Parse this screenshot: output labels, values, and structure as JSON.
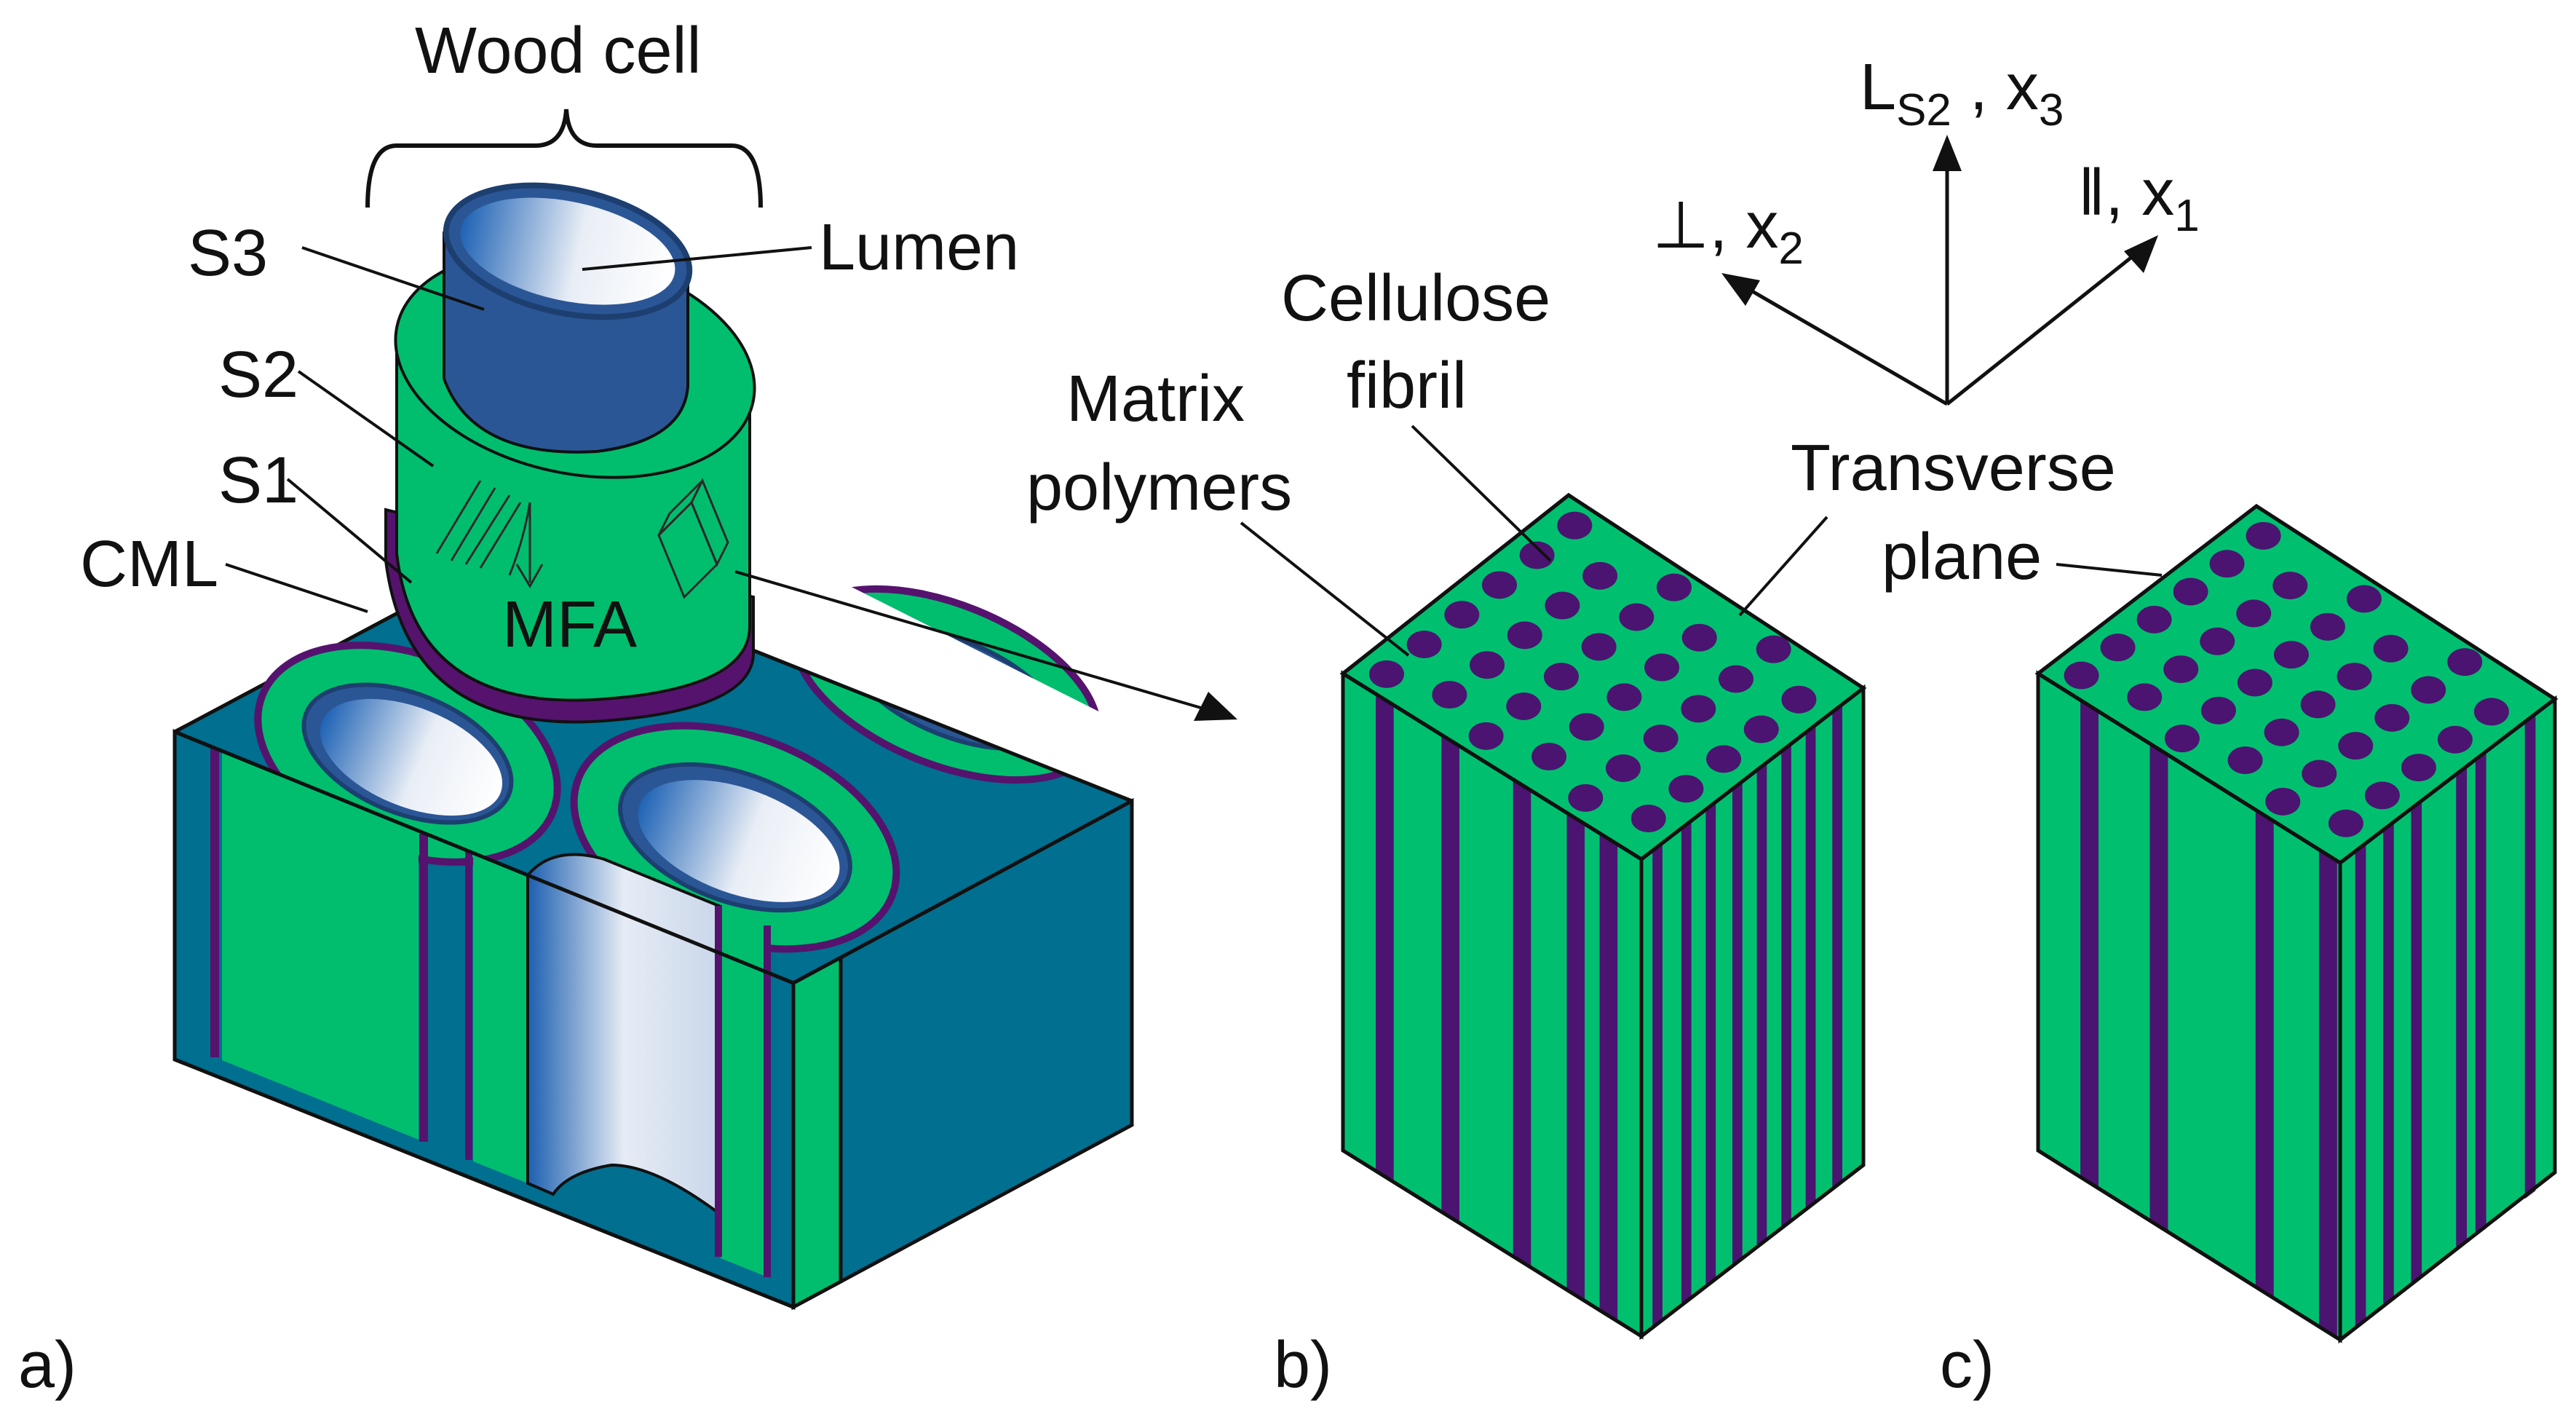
{
  "colors": {
    "s2_green": "#00BE6E",
    "matrix_green": "#00C070",
    "fibril_purple": "#4B1470",
    "cml_teal": "#006F90",
    "s3_blue": "#2B5696",
    "lumen_light": "#E9EEF6",
    "s1_purple": "#55136E"
  },
  "labels": {
    "wood_cell": "Wood cell",
    "s3": "S3",
    "s2": "S2",
    "s1": "S1",
    "cml": "CML",
    "lumen": "Lumen",
    "mfa": "MFA",
    "matrix_line1": "Matrix",
    "matrix_line2": "polymers",
    "cellulose_line1": "Cellulose",
    "cellulose_line2": "fibril",
    "transverse_line1": "Transverse",
    "transverse_line2": "plane",
    "axis_L_main": "L",
    "axis_L_sub": "S2",
    "axis_L_sep": " , x",
    "axis_L_sub2": "3",
    "axis_perp": "⊥, x",
    "axis_perp_sub": "2",
    "axis_par": "ǁ, x",
    "axis_par_sub": "1"
  },
  "panels": {
    "a": "a)",
    "b": "b)",
    "c": "c)"
  },
  "icons": {
    "wood_cell_bracket": "curly-brace-icon",
    "rve_box": "wireframe-box-icon",
    "mfa_angle": "angle-arrow-icon"
  }
}
